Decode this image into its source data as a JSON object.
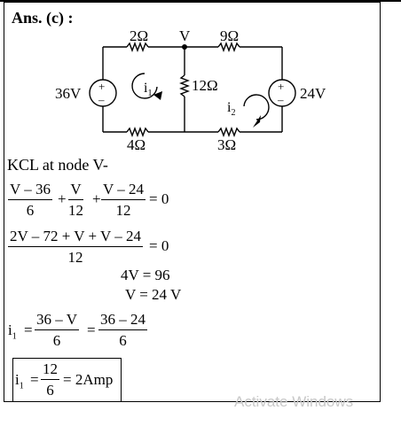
{
  "answer_label": "Ans. (c) :",
  "circuit": {
    "r_top_left": "2Ω",
    "node_label": "V",
    "r_top_right": "9Ω",
    "source_left": "36V",
    "loop1": "i",
    "loop1_sub": "1",
    "r_middle": "12Ω",
    "loop2": "i",
    "loop2_sub": "2",
    "source_right": "24V",
    "r_bottom_left": "4Ω",
    "r_bottom_right": "3Ω",
    "plus": "+",
    "minus": "–"
  },
  "kcl_heading": "KCL at node V-",
  "eq1": {
    "f1_num": "V – 36",
    "f1_den": "6",
    "plus1": "+",
    "f2_num": "V",
    "f2_den": "12",
    "plus2": "+",
    "f3_num": "V – 24",
    "f3_den": "12",
    "rhs": "= 0"
  },
  "eq2": {
    "num": "2V – 72 + V + V – 24",
    "den": "12",
    "rhs": "= 0"
  },
  "eq3": "4V = 96",
  "eq4": "V = 24 V",
  "eq5": {
    "lhs": "i",
    "lhs_sub": "1",
    "eq": "=",
    "f1_num": "36 – V",
    "f1_den": "6",
    "eq2": "=",
    "f2_num": "36 – 24",
    "f2_den": "6"
  },
  "result": {
    "lhs": "i",
    "lhs_sub": "1",
    "eq": "=",
    "num": "12",
    "den": "6",
    "rhs": "= 2Amp"
  },
  "watermark": "Activate Windows"
}
